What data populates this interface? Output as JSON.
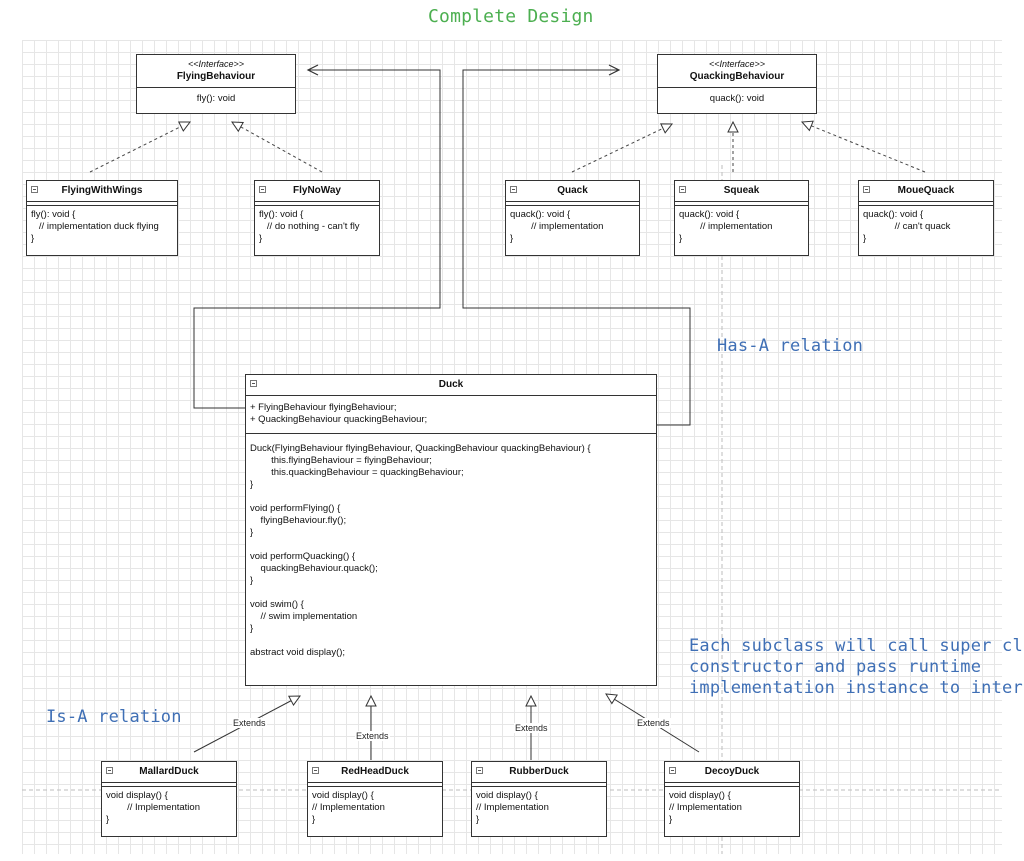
{
  "title": "Complete Design",
  "annotations": {
    "has_a": "Has-A relation",
    "is_a": "Is-A relation",
    "note": [
      "Each subclass will call super class",
      "constructor and pass runtime",
      "implementation instance to interface"
    ]
  },
  "interfaces": {
    "flying": {
      "stereotype": "<<Interface>>",
      "name": "FlyingBehaviour",
      "body": "fly(): void"
    },
    "quacking": {
      "stereotype": "<<Interface>>",
      "name": "QuackingBehaviour",
      "body": "quack(): void"
    }
  },
  "classes": {
    "flying_with_wings": {
      "name": "FlyingWithWings",
      "body": "fly(): void {\n   // implementation duck flying\n}"
    },
    "fly_no_way": {
      "name": "FlyNoWay",
      "body": "fly(): void {\n   // do nothing - can't fly\n}"
    },
    "quack": {
      "name": "Quack",
      "body": "quack(): void {\n        // implementation\n}"
    },
    "squeak": {
      "name": "Squeak",
      "body": "quack(): void {\n        // implementation\n}"
    },
    "moue_quack": {
      "name": "MoueQuack",
      "body": "quack(): void {\n            // can't quack\n}"
    },
    "duck": {
      "name": "Duck",
      "fields": "+ FlyingBehaviour flyingBehaviour;\n+ QuackingBehaviour quackingBehaviour;",
      "body": "Duck(FlyingBehaviour flyingBehaviour, QuackingBehaviour quackingBehaviour) {\n        this.flyingBehaviour = flyingBehaviour;\n        this.quackingBehaviour = quackingBehaviour;\n}\n\nvoid performFlying() {\n    flyingBehaviour.fly();\n}\n\nvoid performQuacking() {\n    quackingBehaviour.quack();\n}\n\nvoid swim() {\n    // swim implementation\n}\n\nabstract void display();"
    },
    "mallard_duck": {
      "name": "MallardDuck",
      "body": "void display() {\n        // Implementation\n}"
    },
    "redhead_duck": {
      "name": "RedHeadDuck",
      "body": "void display() {\n// Implementation\n}"
    },
    "rubber_duck": {
      "name": "RubberDuck",
      "body": "void display() {\n// Implementation\n}"
    },
    "decoy_duck": {
      "name": "DecoyDuck",
      "body": "void display() {\n// Implementation\n}"
    }
  },
  "extends_label": "Extends"
}
